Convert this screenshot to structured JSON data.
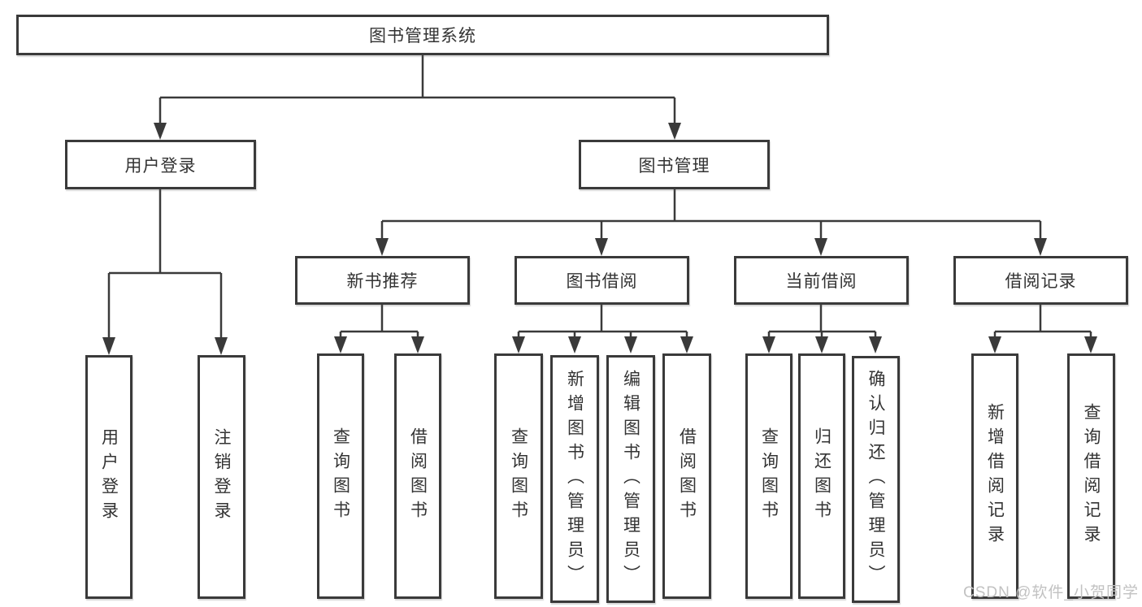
{
  "colors": {
    "line": "#3a3a3a",
    "box_border": "#3a3a3a",
    "box_fill": "#ffffff",
    "text": "#333333",
    "watermark": "#c2c2c2",
    "background": "#ffffff"
  },
  "watermark": "CSDN @软件_小贺同学",
  "tree": {
    "root": "图书管理系统",
    "branches": [
      {
        "label": "用户登录",
        "children": [
          "用户登录",
          "注销登录"
        ]
      },
      {
        "label": "图书管理",
        "modules": [
          {
            "label": "新书推荐",
            "children": [
              "查询图书",
              "借阅图书"
            ]
          },
          {
            "label": "图书借阅",
            "children": [
              "查询图书",
              "新增图书（管理员）",
              "编辑图书（管理员）",
              "借阅图书"
            ]
          },
          {
            "label": "当前借阅",
            "children": [
              "查询图书",
              "归还图书",
              "确认归还（管理员）"
            ]
          },
          {
            "label": "借阅记录",
            "children": [
              "新增借阅记录",
              "查询借阅记录"
            ]
          }
        ]
      }
    ]
  }
}
